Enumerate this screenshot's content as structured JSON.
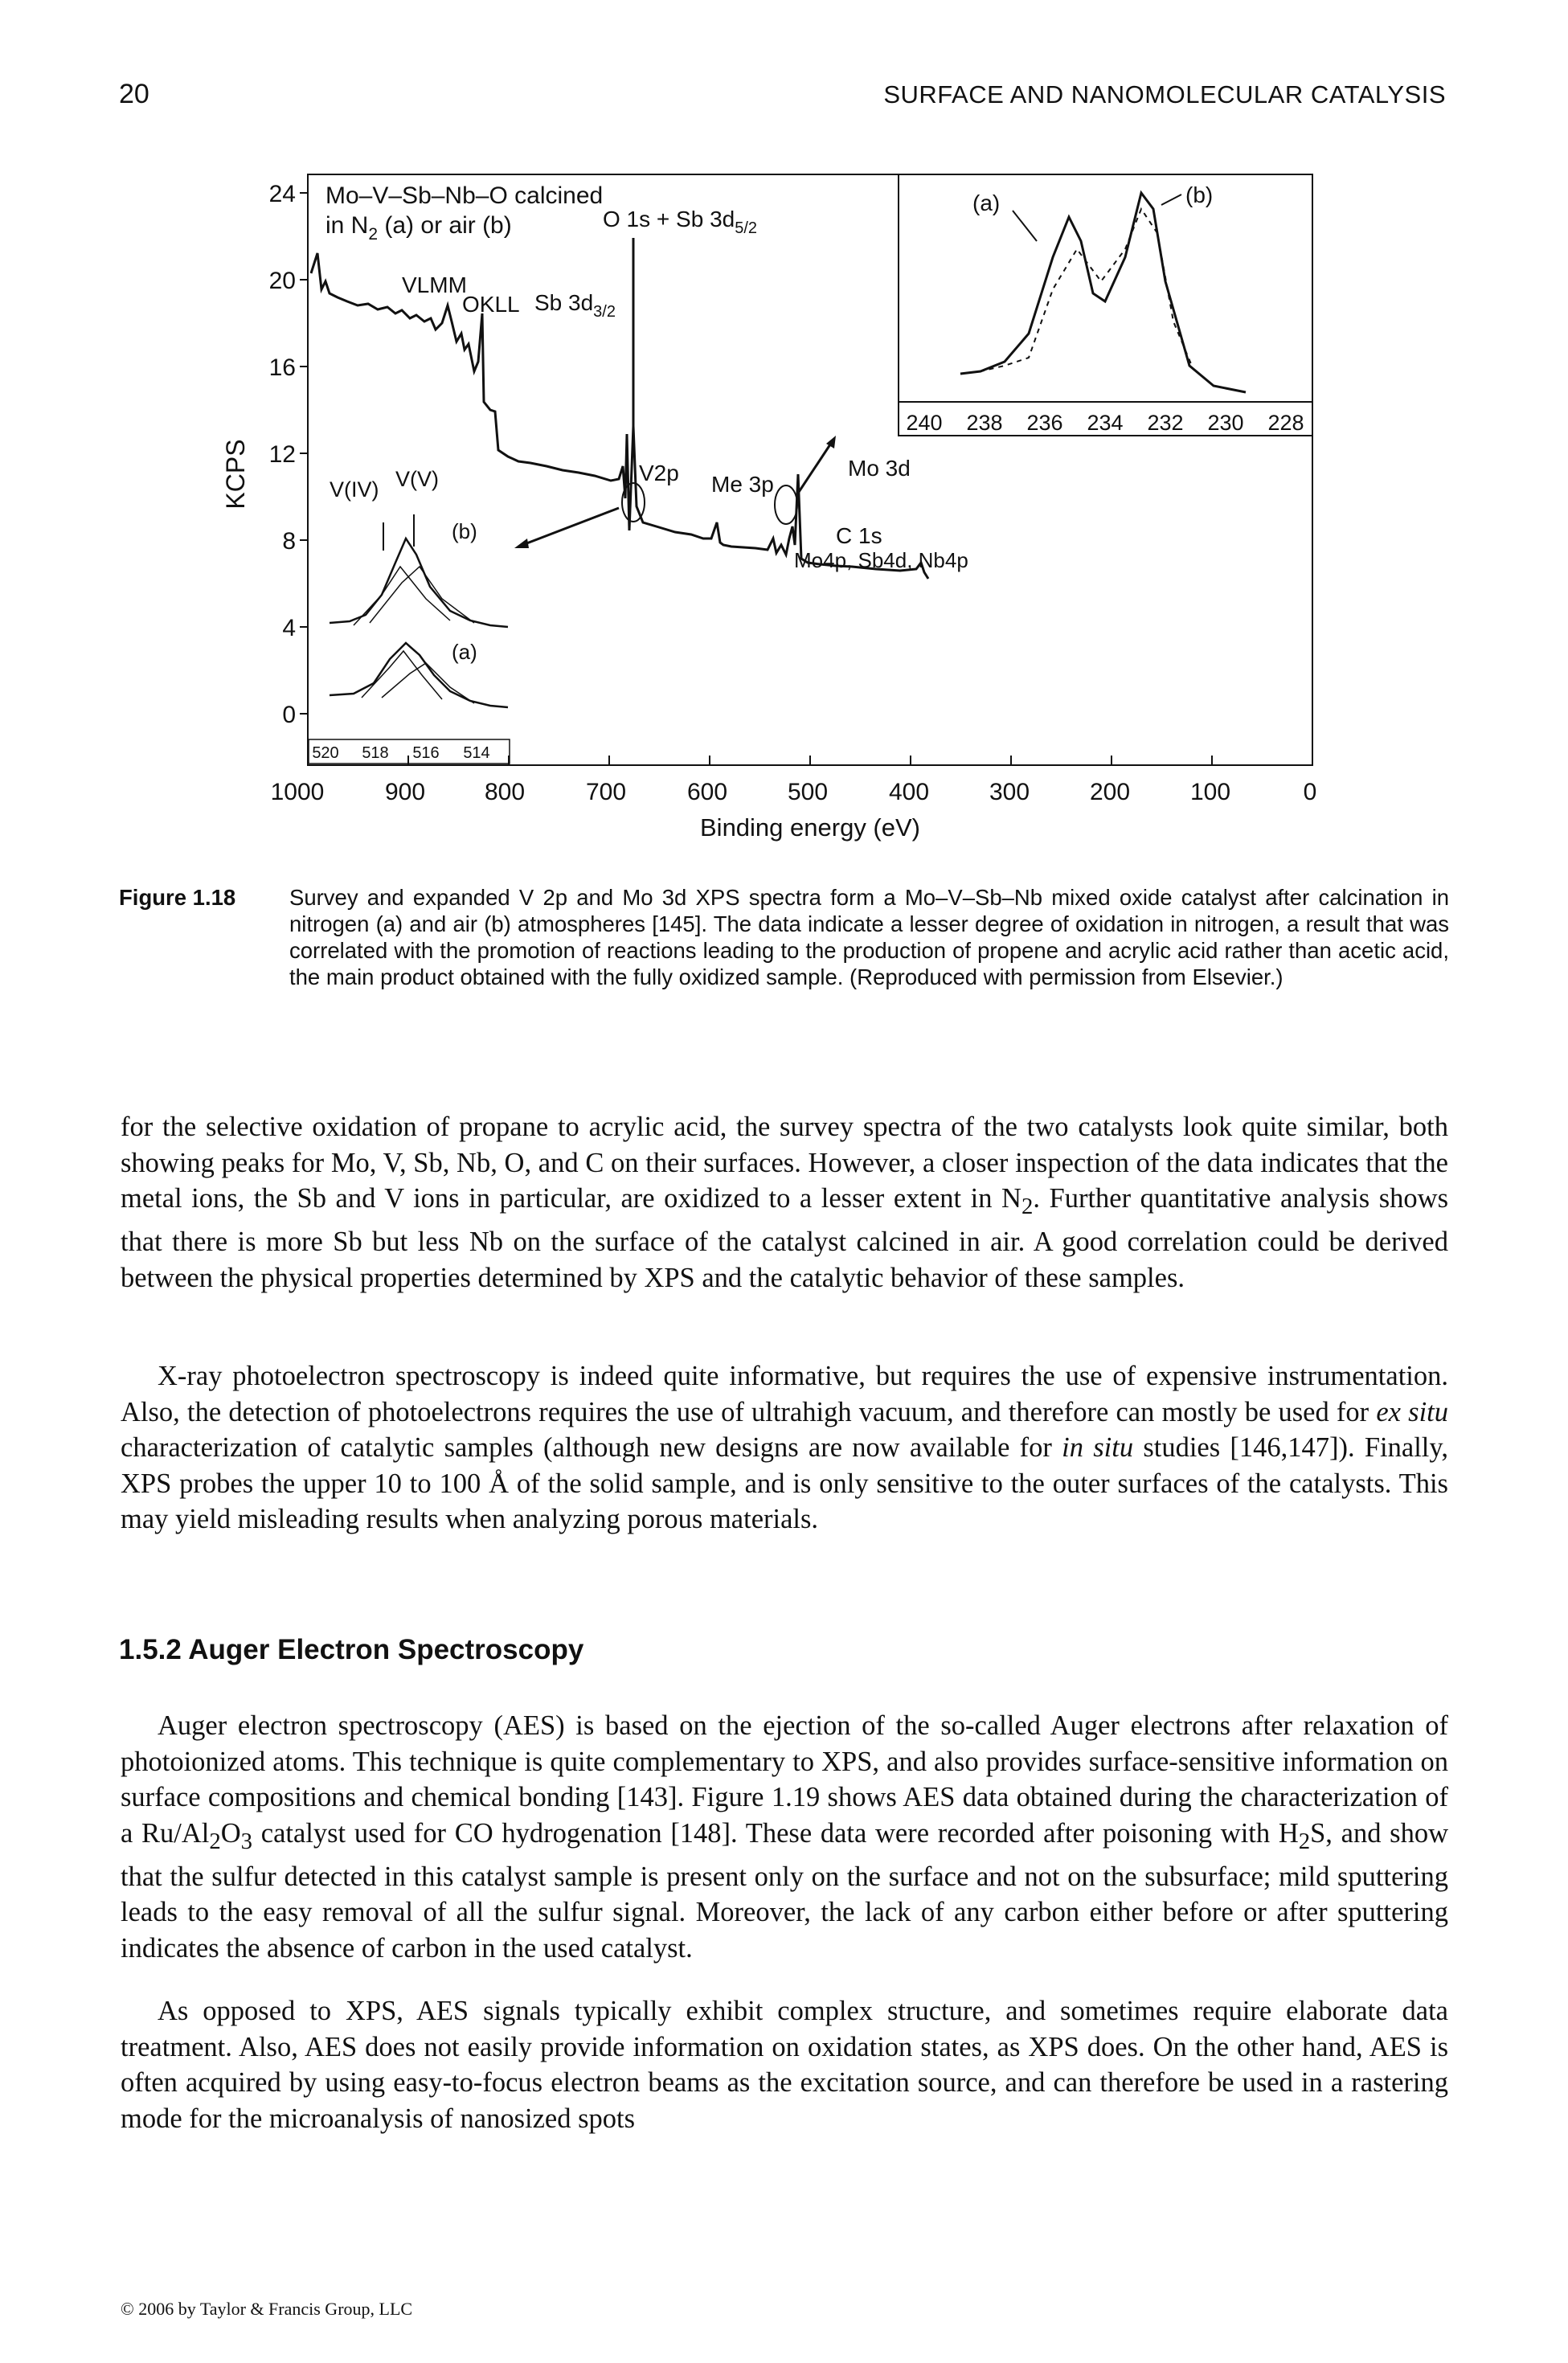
{
  "header": {
    "page_number": "20",
    "running_head": "SURFACE AND NANOMOLECULAR CATALYSIS"
  },
  "figure": {
    "annotation_title_line1": "Mo–V–Sb–Nb–O calcined",
    "annotation_title_line2": "in N",
    "annotation_title_sub": "2",
    "annotation_title_rest": " (a) or air (b)",
    "peak_o1s_sb": "O 1s + Sb 3d",
    "peak_o1s_sb_sub": "5/2",
    "peak_sb3d": "Sb 3d",
    "peak_sb3d_sub": "3/2",
    "peak_vlmm": "VLMM",
    "peak_okll": "OKLL",
    "peak_v2p": "V2p",
    "peak_me3p": "Me 3p",
    "peak_mo3d": "Mo 3d",
    "peak_c1s": "C 1s",
    "peak_mo4p": "Mo4p, Sb4d, Nb4p",
    "label_viv": "V(IV)",
    "label_vv": "V(V)",
    "label_a": "(a)",
    "label_b": "(b)",
    "ylabel": "KCPS",
    "xlabel": "Binding energy (eV)",
    "x_ticks": [
      "1000",
      "900",
      "800",
      "700",
      "600",
      "500",
      "400",
      "300",
      "200",
      "100",
      "0"
    ],
    "y_ticks": [
      "24",
      "20",
      "16",
      "12",
      "8",
      "4",
      "0"
    ],
    "inset_v_ticks": [
      "520",
      "518",
      "516",
      "514"
    ],
    "inset_mo_ticks": [
      "240",
      "238",
      "236",
      "234",
      "232",
      "230",
      "228"
    ]
  },
  "caption": {
    "label": "Figure 1.18",
    "text": "Survey and expanded V 2p and Mo 3d XPS spectra form a Mo–V–Sb–Nb mixed oxide catalyst after calcination in nitrogen (a) and air (b) atmospheres [145]. The data indicate a lesser degree of oxidation in nitrogen, a result that was correlated with the promotion of reactions leading to the production of propene and acrylic acid rather than acetic acid, the main product obtained with the fully oxidized sample. (Reproduced with permission from Elsevier.)"
  },
  "body": {
    "p1_a": "for the selective oxidation of propane to acrylic acid, the survey spectra of the two catalysts look quite similar, both showing peaks for Mo, V, Sb, Nb, O, and C on their surfaces. However, a closer inspection of the data indicates that the metal ions, the Sb and V ions in particular, are oxidized to a lesser extent in N",
    "p1_sub": "2",
    "p1_b": ". Further quantitative analysis shows that there is more Sb but less Nb on the surface of the catalyst calcined in air. A good correlation could be derived between the physical properties determined by XPS and the catalytic behavior of these samples.",
    "p2_a": "X-ray photoelectron spectroscopy is indeed quite informative, but requires the use of expensive instrumentation. Also, the detection of photoelectrons requires the use of ultrahigh vacuum, and therefore can mostly be used for ",
    "p2_italic1": "ex situ",
    "p2_b": " characterization of catalytic samples (although new designs are now available for ",
    "p2_italic2": "in situ",
    "p2_c": " studies [146,147]). Finally, XPS probes the upper 10 to 100 Å of the solid sample, and is only sensitive to the outer surfaces of the catalysts. This may yield misleading results when analyzing porous materials.",
    "section_heading": "1.5.2  Auger Electron Spectroscopy",
    "p3_a": "Auger electron spectroscopy (AES) is based on the ejection of the so-called Auger electrons after relaxation of photoionized atoms. This technique is quite complementary to XPS, and also provides surface-sensitive information on surface compositions and chemical bonding [143]. Figure 1.19 shows AES data obtained during the characterization of a Ru/Al",
    "p3_sub1": "2",
    "p3_mid": "O",
    "p3_sub2": "3",
    "p3_b": " catalyst used for CO hydrogenation [148]. These data were recorded after poisoning with H",
    "p3_sub3": "2",
    "p3_c": "S, and show that the sulfur detected in this catalyst sample is present only on the surface and not on the subsurface; mild sputtering leads to the easy removal of all the sulfur signal. Moreover, the lack of any carbon either before or after sputtering indicates the absence of carbon in the used catalyst.",
    "p4": "As opposed to XPS, AES signals typically exhibit complex structure, and sometimes require elaborate data treatment. Also, AES does not easily provide information on oxidation states, as XPS does. On the other hand, AES is often acquired by using easy-to-focus electron beams as the excitation source, and can therefore be used in a rastering mode for the microanalysis of nanosized spots"
  },
  "footer": {
    "copyright": "© 2006 by Taylor & Francis Group, LLC"
  }
}
